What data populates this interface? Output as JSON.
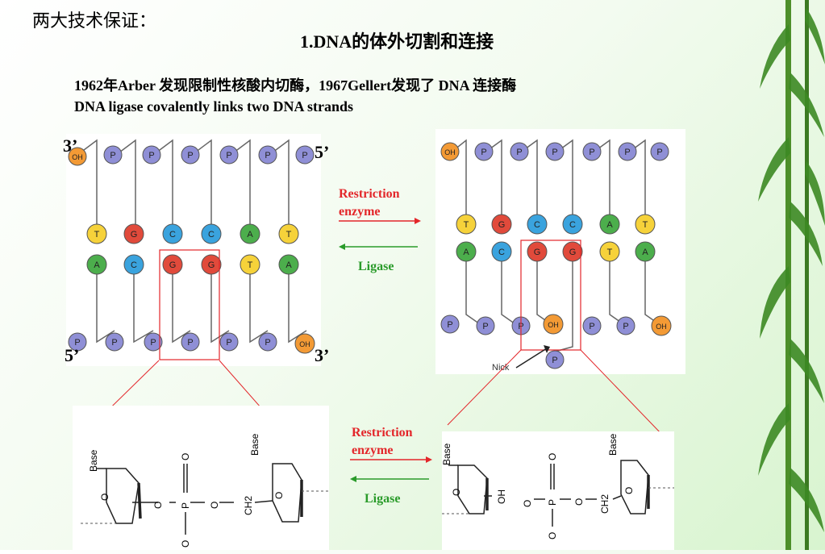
{
  "header": {
    "title_left": "两大技术保证：",
    "title_main": "1.DNA的体外切割和连接",
    "line1": "1962年Arber 发现限制性核酸内切酶，1967Gellert发现了 DNA 连接酶",
    "line2": "DNA ligase covalently links two DNA strands"
  },
  "left_diagram": {
    "label_top_left": "3’",
    "label_top_right": "5’",
    "label_bottom_left": "5’",
    "label_bottom_right": "3’",
    "top_strand_end": "OH",
    "bottom_strand_end": "OH",
    "phosphate": "P",
    "top_bases": [
      "T",
      "G",
      "C",
      "C",
      "A",
      "T"
    ],
    "bottom_bases": [
      "A",
      "C",
      "G",
      "G",
      "T",
      "A"
    ]
  },
  "right_diagram": {
    "top_bases": [
      "T",
      "G",
      "C",
      "C",
      "A",
      "T"
    ],
    "bottom_bases": [
      "A",
      "C",
      "G",
      "G",
      "T",
      "A"
    ],
    "nick_label": "Nick",
    "oh": "OH",
    "phosphate": "P"
  },
  "arrows": {
    "top_enzyme": "Restriction enzyme",
    "top_ligase": "Ligase",
    "bottom_enzyme": "Restriction enzyme",
    "bottom_ligase": "Ligase"
  },
  "chemistry": {
    "base": "Base",
    "o": "O",
    "p": "P",
    "ch2": "CH2",
    "oh": "OH"
  },
  "colors": {
    "T": "#f6d23a",
    "G": "#e14a3b",
    "C": "#3aa3de",
    "A": "#4cae4c",
    "P": "#8f8fd6",
    "OH": "#f39a35",
    "restriction": "#e3262a",
    "ligase": "#2a9b2a"
  }
}
